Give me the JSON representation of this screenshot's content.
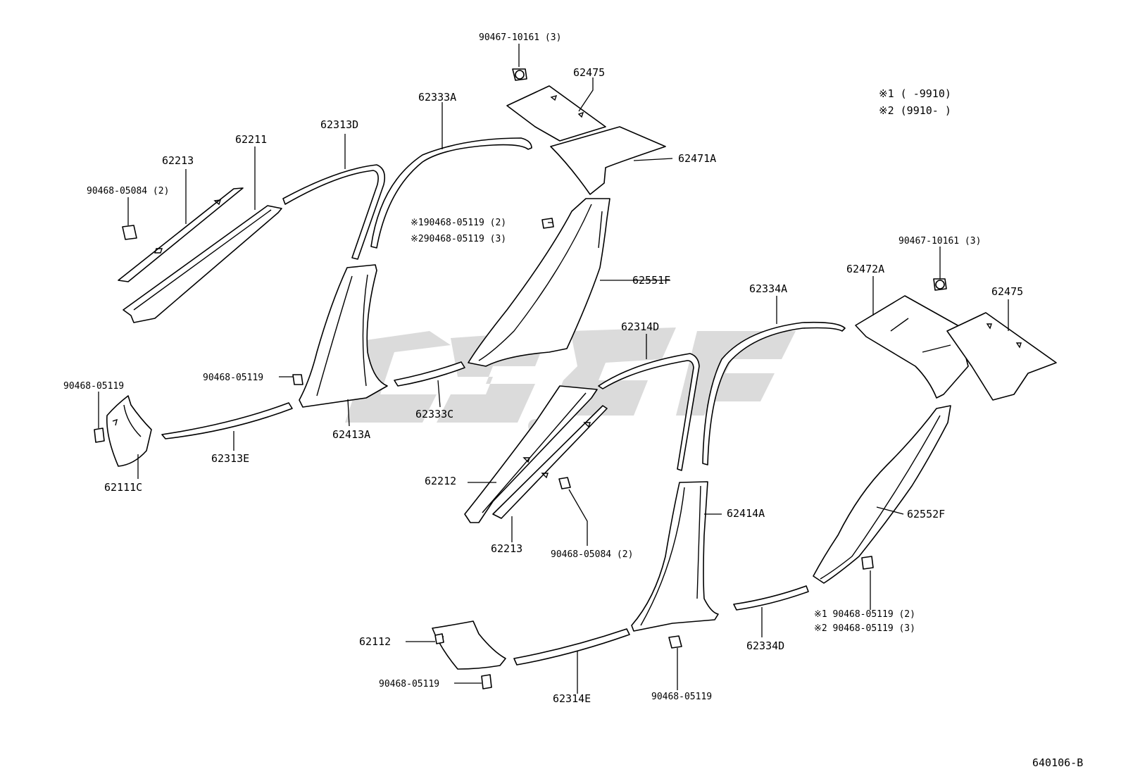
{
  "labels": {
    "b_90467_top": "90467-10161 (3)",
    "b_62475_top": "62475",
    "b_62333A": "62333A",
    "b_62313D": "62313D",
    "b_62211": "62211",
    "b_62213_left": "62213",
    "b_90468_05084_left": "90468-05084 (2)",
    "b_62471A": "62471A",
    "b_note1_mid": "※190468-05119 (2)",
    "b_note2_mid": "※290468-05119 (3)",
    "b_62551F": "62551F",
    "b_90468_05119_mid": "90468-05119",
    "b_90468_05119_left": "90468-05119",
    "b_62413A": "62413A",
    "b_62333C": "62333C",
    "b_62313E": "62313E",
    "b_62111C": "62111C",
    "b_62314D": "62314D",
    "b_62334A": "62334A",
    "b_62472A": "62472A",
    "b_90467_right": "90467-10161 (3)",
    "b_62475_right": "62475",
    "b_62212": "62212",
    "b_62213_right": "62213",
    "b_90468_05084_right": "90468-05084 (2)",
    "b_62414A": "62414A",
    "b_62552F": "62552F",
    "b_note1_right": "※1 90468-05119 (2)",
    "b_note2_right": "※2 90468-05119 (3)",
    "b_62334D": "62334D",
    "b_62112": "62112",
    "b_90468_05119_bl": "90468-05119",
    "b_62314E": "62314E",
    "b_90468_05119_bc": "90468-05119"
  },
  "legend": {
    "line1": "※1 (    -9910)",
    "line2": "※2 (9910-    )"
  },
  "diagram_code": "640106-B"
}
